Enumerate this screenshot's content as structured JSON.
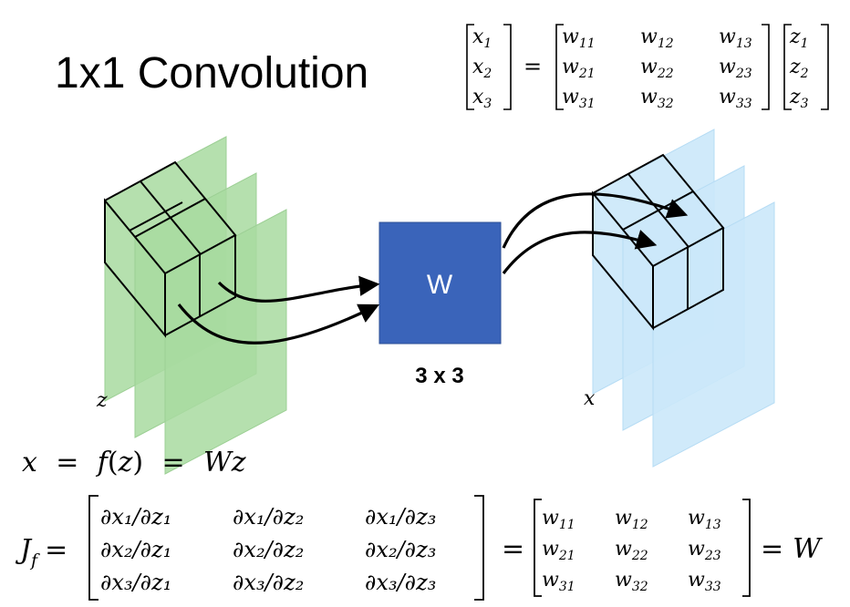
{
  "title": "1x1 Convolution",
  "top_equation": {
    "x_vec": [
      "x",
      "x",
      "x"
    ],
    "x_sub": [
      "1",
      "2",
      "3"
    ],
    "equals": "=",
    "w_rows": [
      [
        "w",
        "w",
        "w"
      ],
      [
        "w",
        "w",
        "w"
      ],
      [
        "w",
        "w",
        "w"
      ]
    ],
    "w_subs": [
      [
        "11",
        "12",
        "13"
      ],
      [
        "21",
        "22",
        "23"
      ],
      [
        "31",
        "32",
        "33"
      ]
    ],
    "z_vec": [
      "z",
      "z",
      "z"
    ],
    "z_sub": [
      "1",
      "2",
      "3"
    ]
  },
  "input_label": "z",
  "output_label": "x",
  "weight_box": {
    "label": "W",
    "size_label": "3 x 3",
    "color": "#3a64ba"
  },
  "colors": {
    "input": "#a8dba0",
    "output": "#cbe8fa"
  },
  "equation_fz": {
    "x": "x",
    "eq1": "=",
    "f": "f",
    "z": "z",
    "eq2": "=",
    "W": "W",
    "z2": "z"
  },
  "jacobian": {
    "J": "J",
    "J_sub": "f",
    "equals": "=",
    "entries": [
      [
        "∂x₁/∂z₁",
        "∂x₁/∂z₂",
        "∂x₁/∂z₃"
      ],
      [
        "∂x₂/∂z₁",
        "∂x₂/∂z₂",
        "∂x₂/∂z₃"
      ],
      [
        "∂x₃/∂z₁",
        "∂x₃/∂z₂",
        "∂x₃/∂z₃"
      ]
    ],
    "equals2": "=",
    "w_rows": [
      [
        "w",
        "w",
        "w"
      ],
      [
        "w",
        "w",
        "w"
      ],
      [
        "w",
        "w",
        "w"
      ]
    ],
    "w_subs": [
      [
        "11",
        "12",
        "13"
      ],
      [
        "21",
        "22",
        "23"
      ],
      [
        "31",
        "32",
        "33"
      ]
    ],
    "equals3": "=",
    "result": "W"
  }
}
